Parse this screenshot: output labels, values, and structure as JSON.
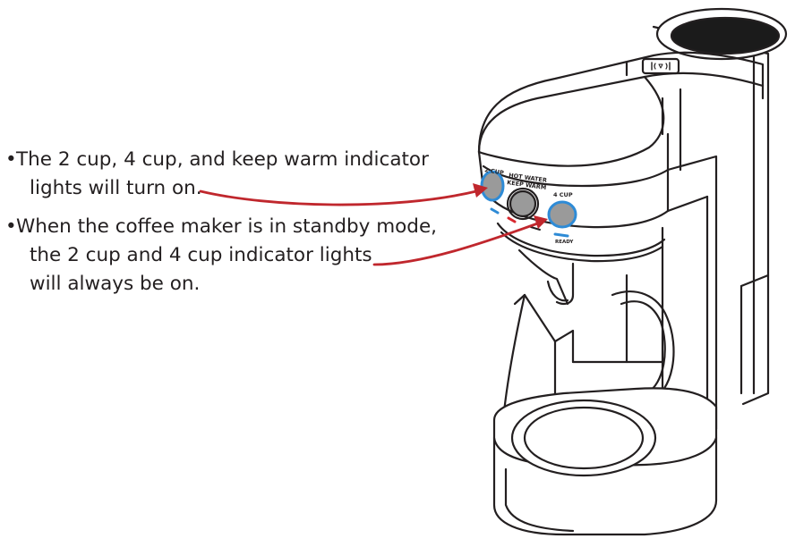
{
  "bullets": [
    {
      "lines": [
        "The 2 cup, 4 cup, and keep warm indicator",
        "lights will turn on."
      ]
    },
    {
      "lines": [
        "When the coffee maker is in standby mode,",
        "the 2 cup and 4 cup indicator lights",
        "will always be on."
      ]
    }
  ],
  "panel_labels": {
    "two_cup": "2 CUP",
    "hot_water": "HOT WATER",
    "keep_warm": "KEEP WARM",
    "four_cup": "4 CUP",
    "ready": "READY"
  },
  "colors": {
    "arrow": "#c0272d",
    "indicator_blue": "#2e8bd6",
    "indicator_red": "#d8282e",
    "outline": "#231f20"
  },
  "icons": [
    "wireless-signal-icon"
  ]
}
